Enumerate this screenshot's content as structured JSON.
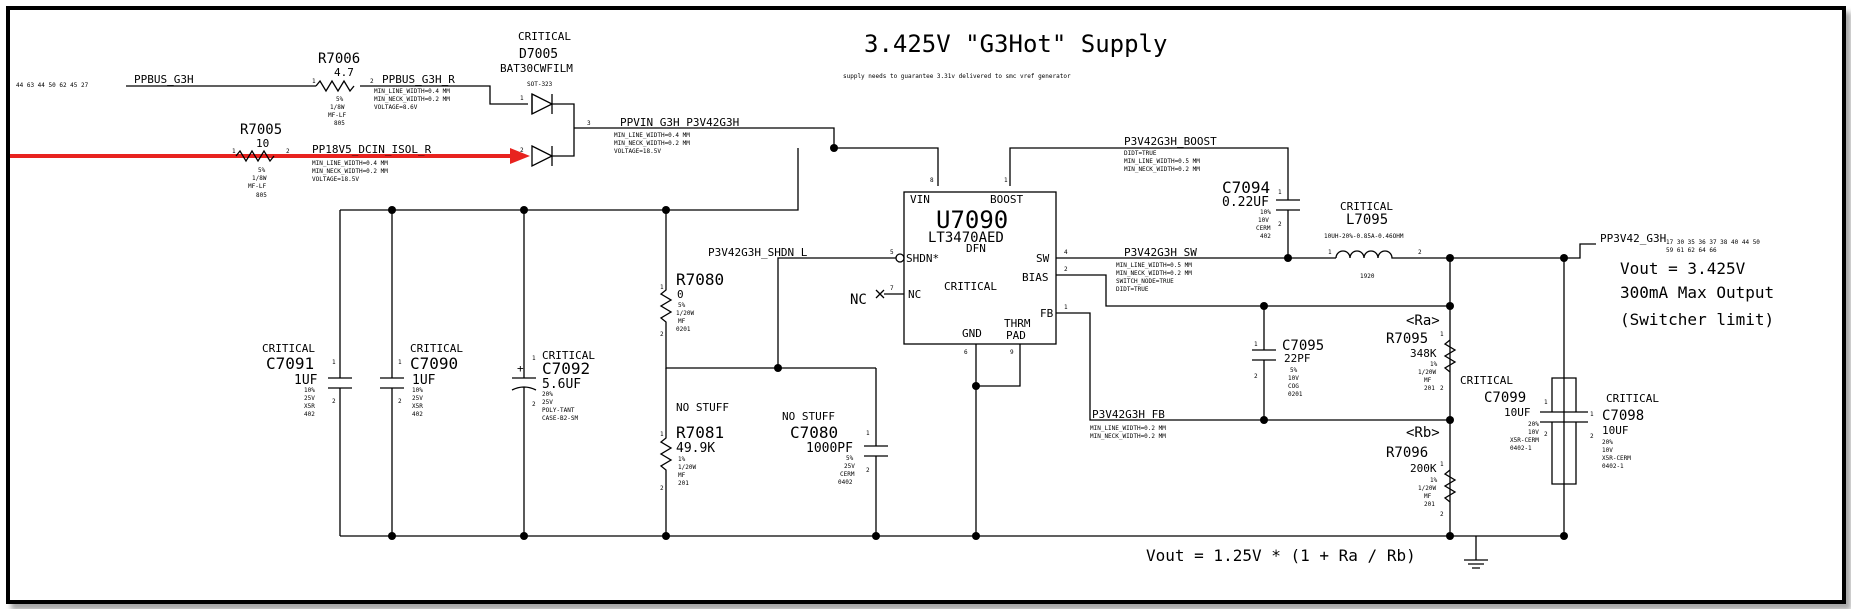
{
  "title": "3.425V \"G3Hot\" Supply",
  "subtitle": "supply needs to guarantee 3.31v delivered to smc vref generator",
  "nets": {
    "ppbus_g3h_pages": "44 63 44 50 62 45 27",
    "ppbus_g3h": "PPBUS_G3H",
    "ppbus_g3h_r": "PPBUS_G3H_R",
    "ppbus_g3h_r_attrs": [
      "MIN_LINE_WIDTH=0.4 MM",
      "MIN_NECK_WIDTH=0.2 MM",
      "VOLTAGE=8.6V"
    ],
    "pp18v5": "PP18V5_DCIN_ISOL_R",
    "pp18v5_attrs": [
      "MIN_LINE_WIDTH=0.4 MM",
      "MIN_NECK_WIDTH=0.2 MM",
      "VOLTAGE=18.5V"
    ],
    "ppvin": "PPVIN_G3H_P3V42G3H",
    "ppvin_attrs": [
      "MIN_LINE_WIDTH=0.4 MM",
      "MIN_NECK_WIDTH=0.2 MM",
      "VOLTAGE=18.5V"
    ],
    "boost": "P3V42G3H_BOOST",
    "boost_attrs": [
      "DIDT=TRUE",
      "MIN_LINE_WIDTH=0.5 MM",
      "MIN_NECK_WIDTH=0.2 MM"
    ],
    "shdn": "P3V42G3H_SHDN_L",
    "sw": "P3V42G3H_SW",
    "sw_attrs": [
      "MIN_LINE_WIDTH=0.5 MM",
      "MIN_NECK_WIDTH=0.2 MM",
      "SWITCH_NODE=TRUE",
      "DIDT=TRUE"
    ],
    "fb": "P3V42G3H_FB",
    "fb_attrs": [
      "MIN_LINE_WIDTH=0.2 MM",
      "MIN_NECK_WIDTH=0.2 MM"
    ],
    "pp3v42": "PP3V42_G3H",
    "pp3v42_pages": "17 30 35 36 37 38 40 44 50",
    "pp3v42_pages2": "59 61 62 64 66"
  },
  "components": {
    "r7006": {
      "ref": "R7006",
      "value": "4.7",
      "attrs": [
        "5%",
        "1/8W",
        "MF-LF",
        "805"
      ],
      "pin1": "1",
      "pin2": "2"
    },
    "r7005": {
      "ref": "R7005",
      "value": "10",
      "attrs": [
        "5%",
        "1/8W",
        "MF-LF",
        "805"
      ],
      "pin1": "1",
      "pin2": "2"
    },
    "d7005": {
      "tag": "CRITICAL",
      "ref": "D7005",
      "part": "BAT30CWFILM",
      "pkg": "SOT-323",
      "pin1": "1",
      "pin2": "2",
      "pin3": "3"
    },
    "u7090": {
      "ref": "U7090",
      "part": "LT3470AED",
      "pkg": "DFN",
      "tag": "CRITICAL",
      "pins": {
        "vin": "VIN",
        "boost": "BOOST",
        "shdn": "SHDN*",
        "nc": "NC",
        "sw": "SW",
        "bias": "BIAS",
        "fb": "FB",
        "gnd": "GND",
        "thrm": "THRM",
        "pad": "PAD"
      },
      "pinnums": {
        "vin": "8",
        "boost": "1",
        "shdn": "5",
        "nc": "7",
        "sw": "4",
        "bias": "2",
        "fb": "1",
        "gnd": "6",
        "thrm": "9"
      },
      "nc_mark": "NC"
    },
    "c7094": {
      "ref": "C7094",
      "value": "0.22UF",
      "attrs": [
        "10%",
        "10V",
        "CERM",
        "402"
      ],
      "pin1": "1",
      "pin2": "2"
    },
    "l7095": {
      "tag": "CRITICAL",
      "ref": "L7095",
      "value": "10UH-20%-0.85A-0.46OHM",
      "pkg": "1920",
      "pin1": "1",
      "pin2": "2"
    },
    "c7091": {
      "tag": "CRITICAL",
      "ref": "C7091",
      "value": "1UF",
      "attrs": [
        "10%",
        "25V",
        "X5R",
        "402"
      ],
      "pin1": "1",
      "pin2": "2"
    },
    "c7090": {
      "tag": "CRITICAL",
      "ref": "C7090",
      "value": "1UF",
      "attrs": [
        "10%",
        "25V",
        "X5R",
        "402"
      ],
      "pin1": "1",
      "pin2": "2"
    },
    "c7092": {
      "tag": "CRITICAL",
      "ref": "C7092",
      "value": "5.6UF",
      "attrs": [
        "20%",
        "25V",
        "POLY-TANT",
        "CASE-B2-SM"
      ],
      "pin1": "1",
      "pin2": "2",
      "polarity": "+"
    },
    "r7080": {
      "ref": "R7080",
      "value": "0",
      "attrs": [
        "5%",
        "1/20W",
        "MF",
        "0201"
      ],
      "pin1": "1",
      "pin2": "2"
    },
    "r7081": {
      "tag": "NO STUFF",
      "ref": "R7081",
      "value": "49.9K",
      "attrs": [
        "1%",
        "1/20W",
        "MF",
        "201"
      ],
      "pin1": "1",
      "pin2": "2"
    },
    "c7080": {
      "tag": "NO STUFF",
      "ref": "C7080",
      "value": "1000PF",
      "attrs": [
        "5%",
        "25V",
        "CERM",
        "0402"
      ],
      "pin1": "1",
      "pin2": "2"
    },
    "c7095": {
      "ref": "C7095",
      "value": "22PF",
      "attrs": [
        "5%",
        "10V",
        "COG",
        "0201"
      ],
      "pin1": "1",
      "pin2": "2"
    },
    "r7095": {
      "label": "<Ra>",
      "ref": "R7095",
      "value": "348K",
      "attrs": [
        "1%",
        "1/20W",
        "MF",
        "201"
      ],
      "pin1": "1",
      "pin2": "2"
    },
    "r7096": {
      "label": "<Rb>",
      "ref": "R7096",
      "value": "200K",
      "attrs": [
        "1%",
        "1/20W",
        "MF",
        "201"
      ],
      "pin1": "1",
      "pin2": "2"
    },
    "c7099": {
      "tag": "CRITICAL",
      "ref": "C7099",
      "value": "10UF",
      "attrs": [
        "20%",
        "10V",
        "X5R-CERM",
        "0402-1"
      ],
      "pin1": "1",
      "pin2": "2"
    },
    "c7098": {
      "tag": "CRITICAL",
      "ref": "C7098",
      "value": "10UF",
      "attrs": [
        "20%",
        "10V",
        "X5R-CERM",
        "0402-1"
      ],
      "pin1": "1",
      "pin2": "2"
    }
  },
  "notes": {
    "vout": "Vout = 3.425V",
    "max": "300mA Max Output",
    "limit": "(Switcher limit)",
    "formula": "Vout = 1.25V * (1 + Ra / Rb)"
  },
  "colors": {
    "highlight": "#e8231f",
    "ink": "#000000"
  }
}
